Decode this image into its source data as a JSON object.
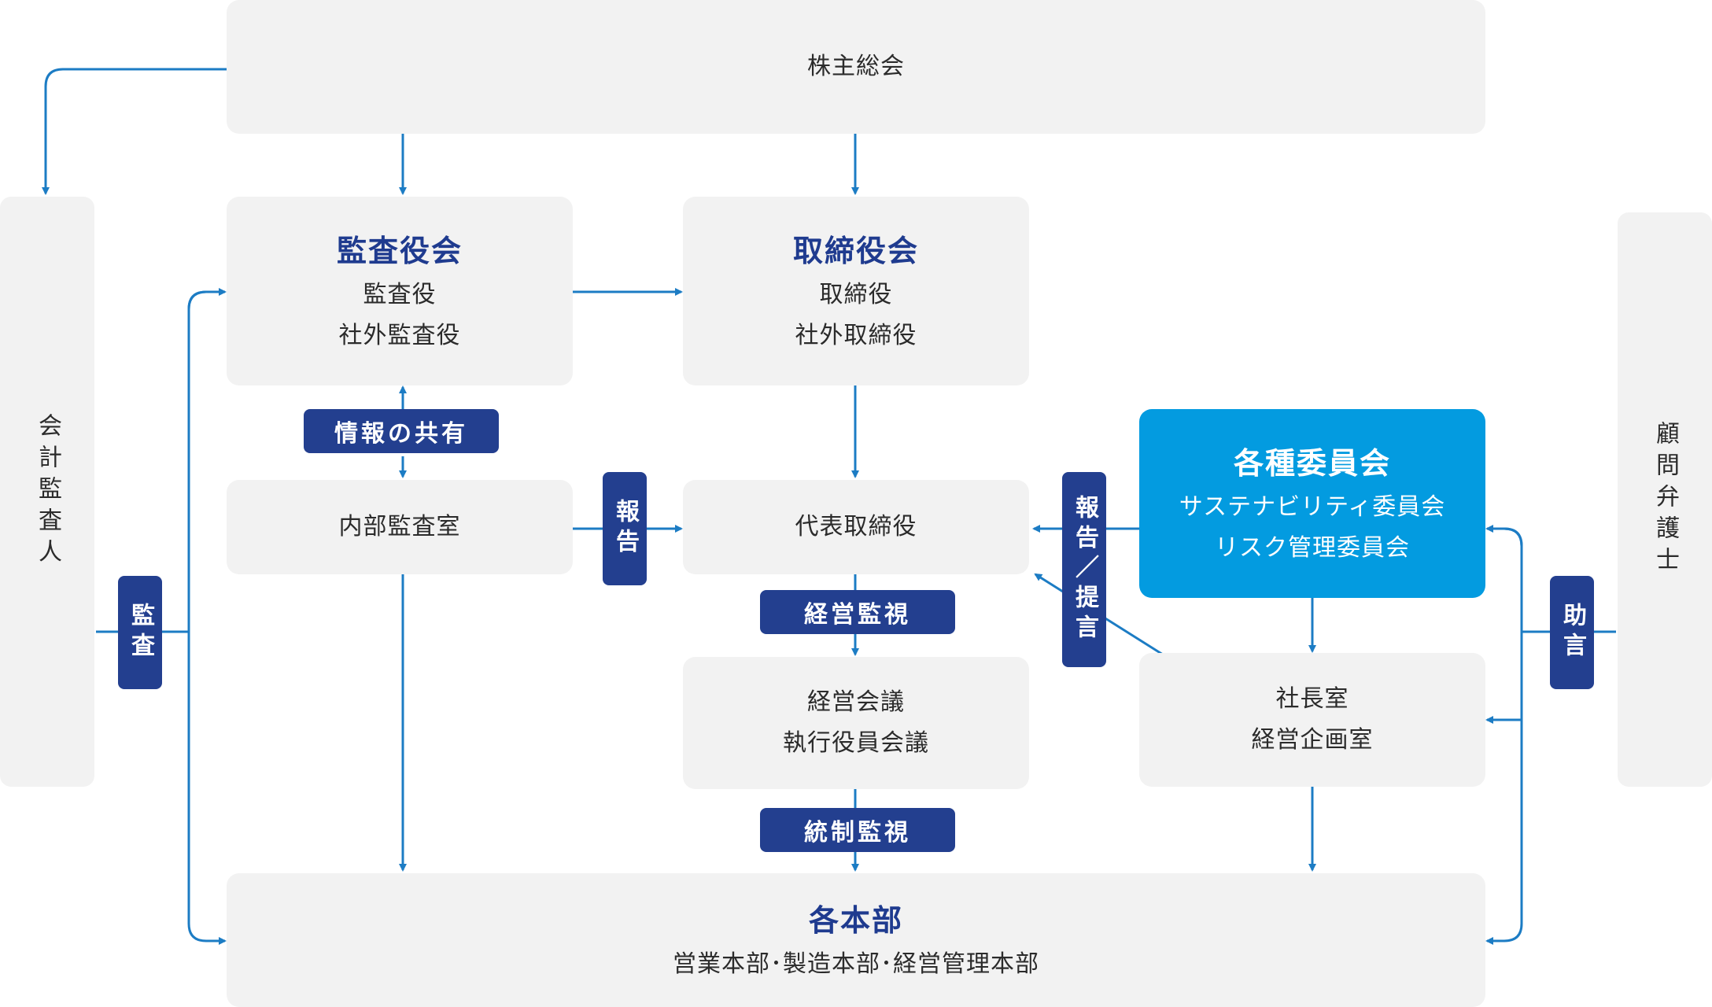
{
  "shareholders": {
    "title": "株主総会"
  },
  "accounting_auditor": {
    "label": "会計監査人"
  },
  "legal_advisor": {
    "label": "顧問弁護士"
  },
  "audit_board": {
    "title": "監査役会",
    "lines": [
      "監査役",
      "社外監査役"
    ]
  },
  "board_of_directors": {
    "title": "取締役会",
    "lines": [
      "取締役",
      "社外取締役"
    ]
  },
  "internal_audit": {
    "label": "内部監査室"
  },
  "representative_director": {
    "label": "代表取締役"
  },
  "committees": {
    "title": "各種委員会",
    "lines": [
      "サステナビリティ委員会",
      "リスク管理委員会"
    ]
  },
  "management_meeting": {
    "lines": [
      "経営会議",
      "執行役員会議"
    ]
  },
  "president_office": {
    "lines": [
      "社長室",
      "経営企画室"
    ]
  },
  "divisions": {
    "title": "各本部",
    "subtitle": "営業本部･製造本部･経営管理本部"
  },
  "badges": {
    "info_sharing": "情報の共有",
    "report": "報告",
    "report_proposal": "報告／提言",
    "management_monitoring": "経営監視",
    "control_monitoring": "統制監視",
    "audit": "監査",
    "advice": "助言"
  },
  "colors": {
    "accent": "#039be0",
    "badge": "#233f8f",
    "arrow": "#1c7cc4",
    "box": "#f2f2f2"
  }
}
